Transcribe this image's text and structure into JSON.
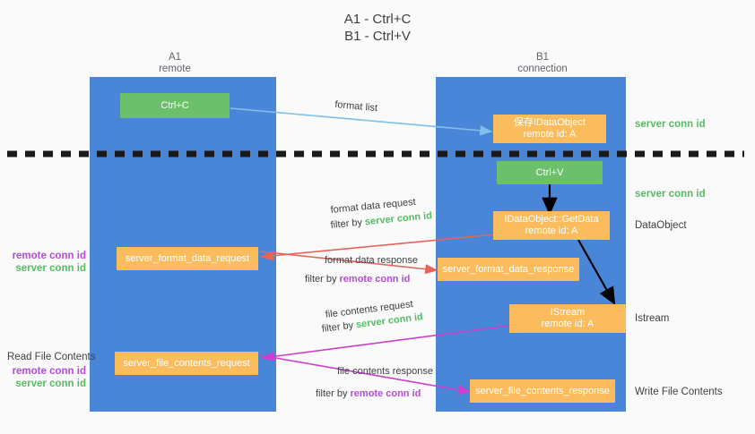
{
  "title": {
    "line1": "A1 - Ctrl+C",
    "line2": "B1 - Ctrl+V"
  },
  "lanes": [
    {
      "name": "A1",
      "sub": "remote"
    },
    {
      "name": "B1",
      "sub": "connection"
    }
  ],
  "nodes": {
    "ctrl_c": {
      "label": "Ctrl+C"
    },
    "ctrl_v": {
      "label": "Ctrl+V"
    },
    "save_dataobject": {
      "line1": "保存IDataObject",
      "line2": "remote id: A"
    },
    "getdata": {
      "line1": "IDataObject::GetData",
      "line2": "remote id: A"
    },
    "istream": {
      "line1": "IStream",
      "line2": "remote id: A"
    },
    "format_data_request": {
      "label": "server_format_data_request"
    },
    "format_data_response": {
      "label": "server_format_data_response"
    },
    "file_contents_request": {
      "label": "server_file_contents_request"
    },
    "file_contents_response": {
      "label": "server_file_contents_response"
    }
  },
  "right_labels": {
    "server_conn_id_top": "server conn id",
    "server_conn_id_mid": "server conn id",
    "dataobject": "DataObject",
    "istream": "Istream",
    "write_file_contents": "Write File Contents"
  },
  "left_labels": {
    "read_file_contents": "Read File Contents",
    "remote_conn_id_1": "remote conn id",
    "server_conn_id_1": "server conn id",
    "remote_conn_id_2": "remote conn id",
    "server_conn_id_2": "server conn id"
  },
  "edges": {
    "format_list": "format list",
    "format_data_request": "format data request",
    "format_data_request_filter_pre": "filter by ",
    "format_data_request_filter_key": "server conn id",
    "format_data_response": "format data response",
    "format_data_response_filter_pre": "filter by ",
    "format_data_response_filter_key": "remote conn id",
    "file_contents_request": "file contents request",
    "file_contents_request_filter_pre": "filter by ",
    "file_contents_request_filter_key": "server conn id",
    "file_contents_response": "file contents response",
    "file_contents_response_filter_pre": "filter by ",
    "file_contents_response_filter_key": "remote conn id"
  },
  "colors": {
    "lane": "#4a86d8",
    "orange": "#fbbc5e",
    "green_node": "#6cc06c",
    "green_text": "#57bb63",
    "purple_text": "#b44bd6",
    "red_arrow": "#e8635a",
    "magenta_arrow": "#cc3fcc",
    "blue_arrow": "#7fbfe8",
    "divider": "#1a1a1a"
  }
}
